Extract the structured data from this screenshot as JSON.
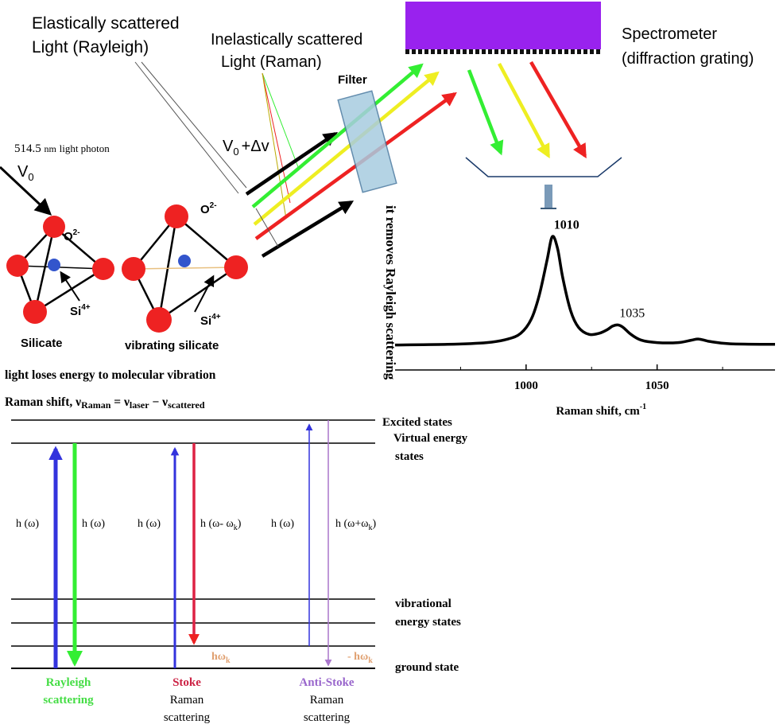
{
  "top": {
    "elastic_line1": "Elastically scattered",
    "elastic_line2": "Light (Rayleigh)",
    "inelastic_line1": "Inelastically scattered",
    "inelastic_line2": "Light (Raman)",
    "photon_label": "514.5",
    "photon_label_nm": "nm",
    "photon_label_rest": "light photon",
    "v0": "V",
    "v0_sub": "0",
    "v0dv": "V",
    "v0dv_sub": "0",
    "v0dv_rest": "+Δv",
    "o2_left": "O",
    "o2_left_sup": "2-",
    "o2_right": "O",
    "o2_right_sup": "2-",
    "si_left": "Si",
    "si_left_sup": "4+",
    "si_right": "Si",
    "si_right_sup": "4+",
    "silicate": "Silicate",
    "vibrating_silicate": "vibrating silicate",
    "filter": "Filter",
    "filter_note": "it removes Rayleigh scattering",
    "spectrometer_line1": "Spectrometer",
    "spectrometer_line2": "(diffraction grating)"
  },
  "chart_data": {
    "type": "line",
    "xlabel": "Raman shift, cm",
    "xlabel_sup": "-1",
    "ylabel": "",
    "xlim": [
      950,
      1095
    ],
    "ylim": [
      0,
      1
    ],
    "xticks": [
      1000,
      1050
    ],
    "peak_labels": [
      {
        "x": 1010,
        "text": "1010"
      },
      {
        "x": 1035,
        "text": "1035"
      }
    ],
    "series": [
      {
        "x": [
          950,
          970,
          985,
          993,
          998,
          1002,
          1005,
          1008,
          1010,
          1012,
          1014,
          1017,
          1020,
          1024,
          1028,
          1031,
          1033,
          1035,
          1037,
          1040,
          1044,
          1050,
          1058,
          1063,
          1066,
          1070,
          1078,
          1095
        ],
        "y": [
          0.03,
          0.035,
          0.05,
          0.08,
          0.13,
          0.25,
          0.45,
          0.75,
          0.95,
          0.85,
          0.6,
          0.32,
          0.18,
          0.12,
          0.13,
          0.16,
          0.19,
          0.2,
          0.18,
          0.12,
          0.07,
          0.05,
          0.05,
          0.07,
          0.08,
          0.06,
          0.04,
          0.035
        ]
      }
    ]
  },
  "energy": {
    "title_line1": "light loses energy to molecular vibration",
    "shift_prefix": "Raman shift, ν",
    "shift_sub1": "Raman",
    "shift_mid": " = ν",
    "shift_sub2": "laser",
    "shift_mid2": " − ν",
    "shift_sub3": "scattered",
    "excited_states": "Excited states",
    "virtual_line1": "Virtual energy",
    "virtual_line2": "states",
    "vibrational_line1": "vibrational",
    "vibrational_line2": "energy states",
    "ground_state": "ground state",
    "h_omega_1": "h (ω)",
    "h_omega_2": "h (ω)",
    "h_omega_3": "h (ω)",
    "h_omega_minus": "h (ω- ω",
    "h_omega_minus_sub": "k",
    "h_omega_minus_end": ")",
    "h_omega_4": "h (ω)",
    "h_omega_plus": "h (ω+ω",
    "h_omega_plus_sub": "k",
    "h_omega_plus_end": ")",
    "hwk": "hω",
    "hwk_sub": "k",
    "neg_hwk": "- hω",
    "neg_hwk_sub": "k",
    "rayleigh_line1": "Rayleigh",
    "rayleigh_line2": "scattering",
    "stoke_line1": "Stoke",
    "stoke_line2": "Raman",
    "stoke_line3": "scattering",
    "anti_line1": "Anti-Stoke",
    "anti_line2": "Raman",
    "anti_line3": "scattering"
  },
  "colors": {
    "green": "#33ee33",
    "yellow": "#eeee22",
    "red": "#ee2222",
    "blue": "#3333dd",
    "purple_light": "#aa77cc",
    "atom_red": "#ee2222",
    "atom_blue": "#3355cc",
    "spectrometer": "#9922ee",
    "filter": "#a8cce0"
  }
}
